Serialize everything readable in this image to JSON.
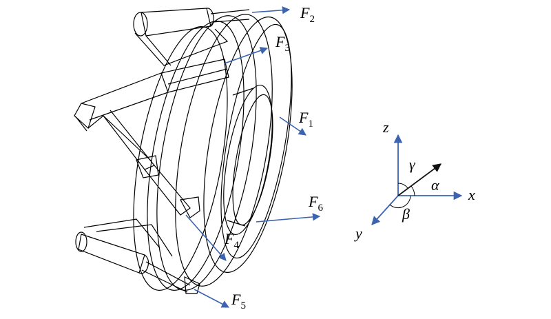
{
  "forces": {
    "f1": {
      "symbol": "F",
      "sub": "1"
    },
    "f2": {
      "symbol": "F",
      "sub": "2"
    },
    "f3": {
      "symbol": "F",
      "sub": "3"
    },
    "f4": {
      "symbol": "F",
      "sub": "4"
    },
    "f5": {
      "symbol": "F",
      "sub": "5"
    },
    "f6": {
      "symbol": "F",
      "sub": "6"
    }
  },
  "axes": {
    "x": "x",
    "y": "y",
    "z": "z",
    "alpha": "α",
    "beta": "β",
    "gamma": "γ"
  },
  "colors": {
    "force_arrow": "#3b63b0",
    "axis_arrow": "#3b63b0",
    "resultant_arrow": "#111111",
    "line": "#000000"
  }
}
